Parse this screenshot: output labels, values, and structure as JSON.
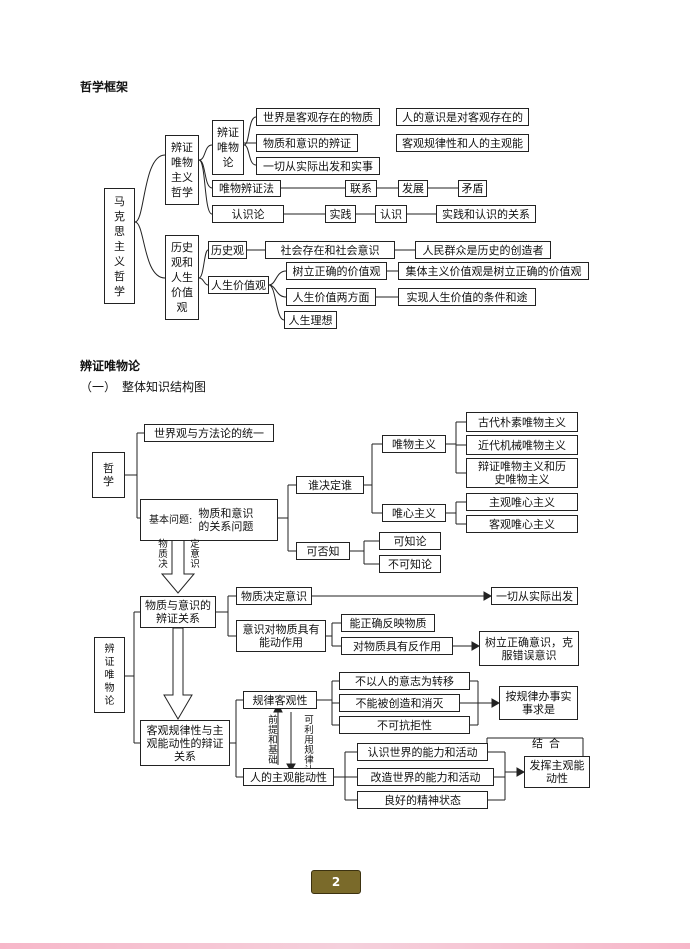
{
  "heading1": "哲学框架",
  "heading2": "辨证唯物论",
  "heading3": "（一）　整体知识结构图",
  "framework": {
    "root": "马克思主义哲学",
    "dialectical_materialism_philosophy": "辨证唯物主义哲学",
    "dialectical_materialism": "辨证唯物论",
    "world_material": "世界是客观存在的物质",
    "human_consciousness": "人的意识是对客观存在的",
    "matter_consciousness_dialectic": "物质和意识的辨证",
    "objective_law_subjective": "客观规律性和人的主观能",
    "proceed_from_reality": "一切从实际出发和实事",
    "materialist_dialectics": "唯物辨证法",
    "connection": "联系",
    "development": "发展",
    "contradiction": "矛盾",
    "epistemology": "认识论",
    "practice": "实践",
    "cognition": "认识",
    "practice_cognition_relation": "实践和认识的关系",
    "historical_life_values": "历史观和人生价值观",
    "historical_view": "历史观",
    "social_existence": "社会存在和社会意识",
    "people_create_history": "人民群众是历史的创造者",
    "life_values": "人生价值观",
    "correct_values": "树立正确的价值观",
    "collectivism": "集体主义价值观是树立正确的价值观",
    "two_aspects": "人生价值两方面",
    "realize_conditions": "实现人生价值的条件和途",
    "life_ideal": "人生理想"
  },
  "structure": {
    "philosophy": "哲学",
    "worldview_methodology": "世界观与方法论的统一",
    "basic_question_label": "基本问题:",
    "basic_question": "物质和意识的关系问题",
    "who_decides": "谁决定谁",
    "materialism": "唯物主义",
    "ancient_materialism": "古代朴素唯物主义",
    "modern_mechanical": "近代机械唯物主义",
    "dialectical_historical": "辩证唯物主义和历史唯物主义",
    "idealism": "唯心主义",
    "subjective_idealism": "主观唯心主义",
    "objective_idealism": "客观唯心主义",
    "knowable": "可否知",
    "agnostic_yes": "可知论",
    "agnostic_no": "不可知论",
    "matter_decides_label": "物质决",
    "decides_consciousness_label": "定意识",
    "dialectical_materialism": "辨证唯物论",
    "matter_consciousness_dialectic": "物质与意识的辨证关系",
    "matter_decides_consciousness": "物质决定意识",
    "proceed_from_reality": "一切从实际出发",
    "consciousness_reacts": "意识对物质具有能动作用",
    "correctly_reflect": "能正确反映物质",
    "react_on_matter": "对物质具有反作用",
    "establish_correct": "树立正确意识，克服错误意识",
    "objective_subjective_relation": "客观规律性与主观能动性的辩证关系",
    "law_objectivity": "规律客观性",
    "independent_of_will": "不以人的意志为转移",
    "cannot_create": "不能被创造和消灭",
    "irresistible": "不可抗拒性",
    "act_by_law": "按规律办事实事求是",
    "premise_basis": "前提和基础",
    "use_law": "可利用规律认识",
    "combine": "结合",
    "subjective_initiative": "人的主观能动性",
    "know_world": "认识世界的能力和活动",
    "change_world": "改造世界的能力和活动",
    "good_spirit": "良好的精神状态",
    "exert_initiative": "发挥主观能动性"
  },
  "page_number": "2"
}
